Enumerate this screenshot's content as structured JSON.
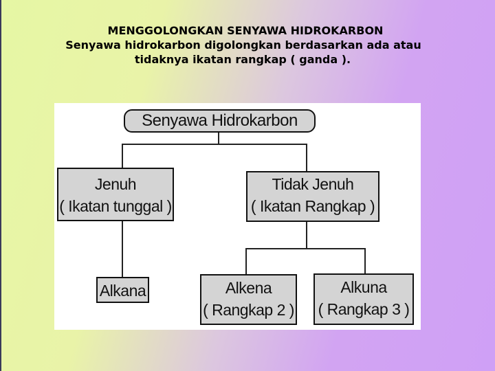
{
  "header": {
    "title": "MENGGOLONGKAN SENYAWA HIDROKARBON",
    "line2": "Senyawa hidrokarbon digolongkan berdasarkan ada atau",
    "line3": "tidaknya ikatan rangkap ( ganda )."
  },
  "diagram": {
    "root": "Senyawa Hidrokarbon",
    "jenuh": {
      "name": "Jenuh",
      "desc": "( Ikatan tunggal )"
    },
    "tidak_jenuh": {
      "name": "Tidak Jenuh",
      "desc": "( Ikatan Rangkap )"
    },
    "alkana": "Alkana",
    "alkena": {
      "name": "Alkena",
      "desc": "( Rangkap 2 )"
    },
    "alkuna": {
      "name": "Alkuna",
      "desc": "( Rangkap 3 )"
    }
  }
}
